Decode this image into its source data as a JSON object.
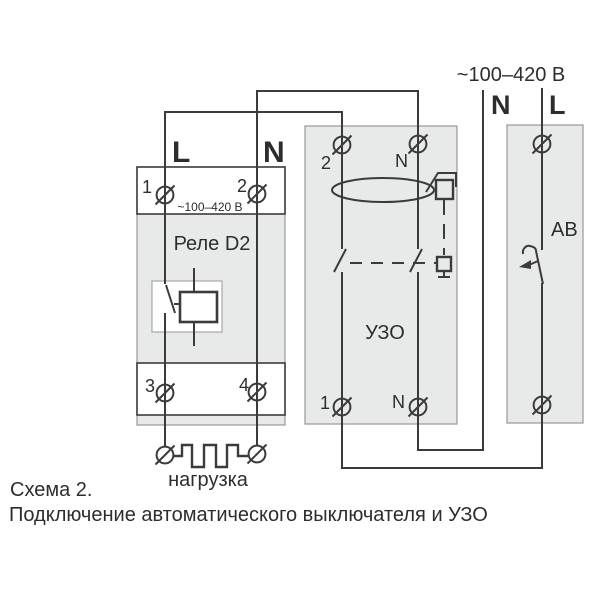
{
  "diagram": {
    "supply": {
      "voltage": "~100–420 В",
      "neutral": "N",
      "phase": "L"
    },
    "relay": {
      "title": "Реле D2",
      "voltage": "~100–420 В",
      "phase": "L",
      "neutral": "N",
      "terminal_1": "1",
      "terminal_2": "2",
      "terminal_3": "3",
      "terminal_4": "4"
    },
    "rcd": {
      "title": "УЗО",
      "terminal_top_left": "2",
      "terminal_top_right": "N",
      "terminal_bottom_left": "1",
      "terminal_bottom_right": "N"
    },
    "breaker": {
      "title": "АВ"
    },
    "load": {
      "label": "нагрузка"
    }
  },
  "caption": {
    "title": "Схема 2.",
    "subtitle": "Подключение автоматического выключателя и УЗО"
  },
  "colors": {
    "wire": "#3b3b3b",
    "module_fill": "#e8e9e9",
    "module_border": "#979999",
    "text": "#2d2d2d",
    "background": "#ffffff"
  }
}
